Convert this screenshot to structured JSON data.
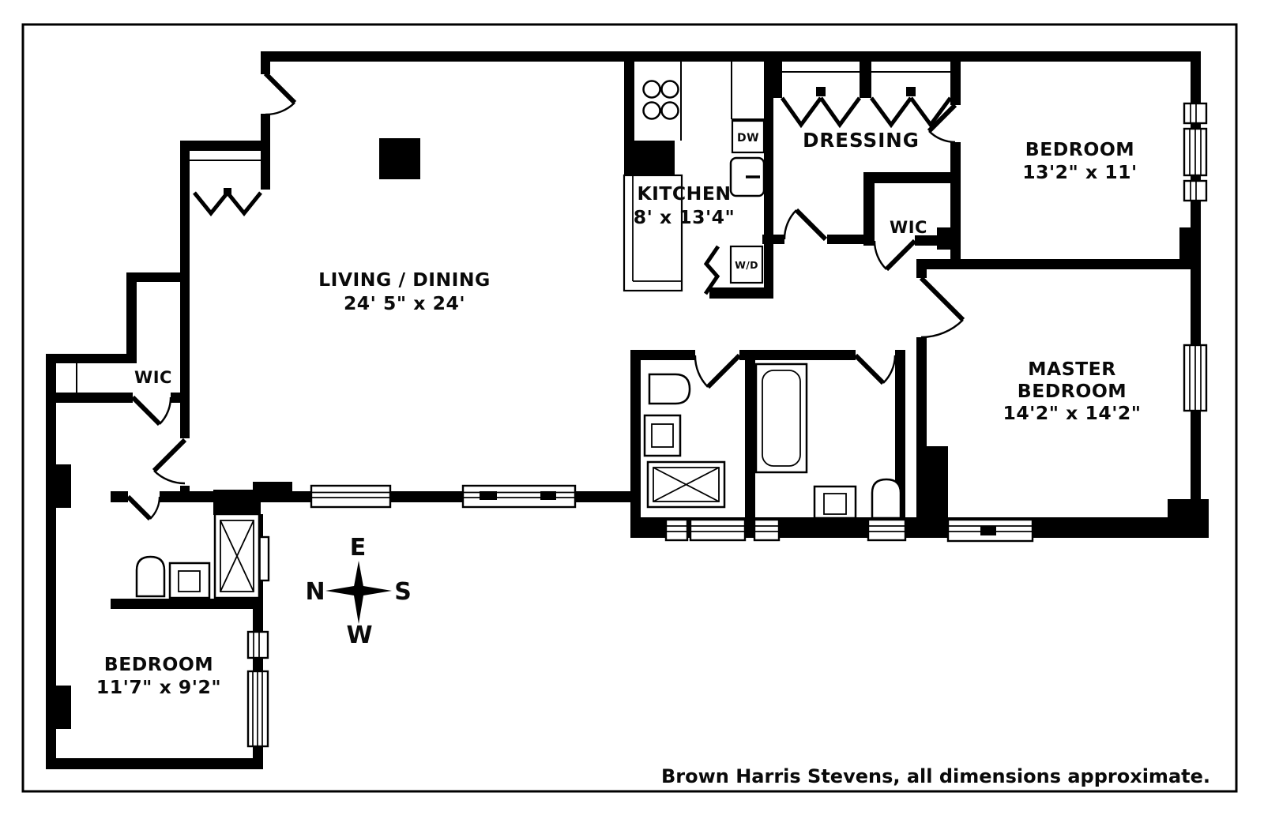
{
  "floorplan": {
    "rooms": {
      "living": {
        "name": "LIVING / DINING",
        "dims": "24' 5\" x 24'"
      },
      "kitchen": {
        "name": "KITCHEN",
        "dims": "8' x 13'4\""
      },
      "dressing": {
        "name": "DRESSING"
      },
      "wic_right": {
        "name": "WIC"
      },
      "bedroom_right": {
        "name": "BEDROOM",
        "dims": "13'2\" x 11'"
      },
      "master_bedroom": {
        "name_line1": "MASTER",
        "name_line2": "BEDROOM",
        "dims": "14'2\" x 14'2\""
      },
      "wic_left": {
        "name": "WIC"
      },
      "bedroom_left": {
        "name": "BEDROOM",
        "dims": "11'7\" x 9'2\""
      }
    },
    "appliances": {
      "dishwasher": "DW",
      "washer_dryer": "W/D"
    },
    "compass": {
      "top": "E",
      "left": "N",
      "right": "S",
      "bottom": "W"
    },
    "footer": "Brown Harris Stevens, all dimensions approximate.",
    "colors": {
      "wall": "#000000",
      "background": "#ffffff",
      "text": "#0a0a0a"
    }
  }
}
